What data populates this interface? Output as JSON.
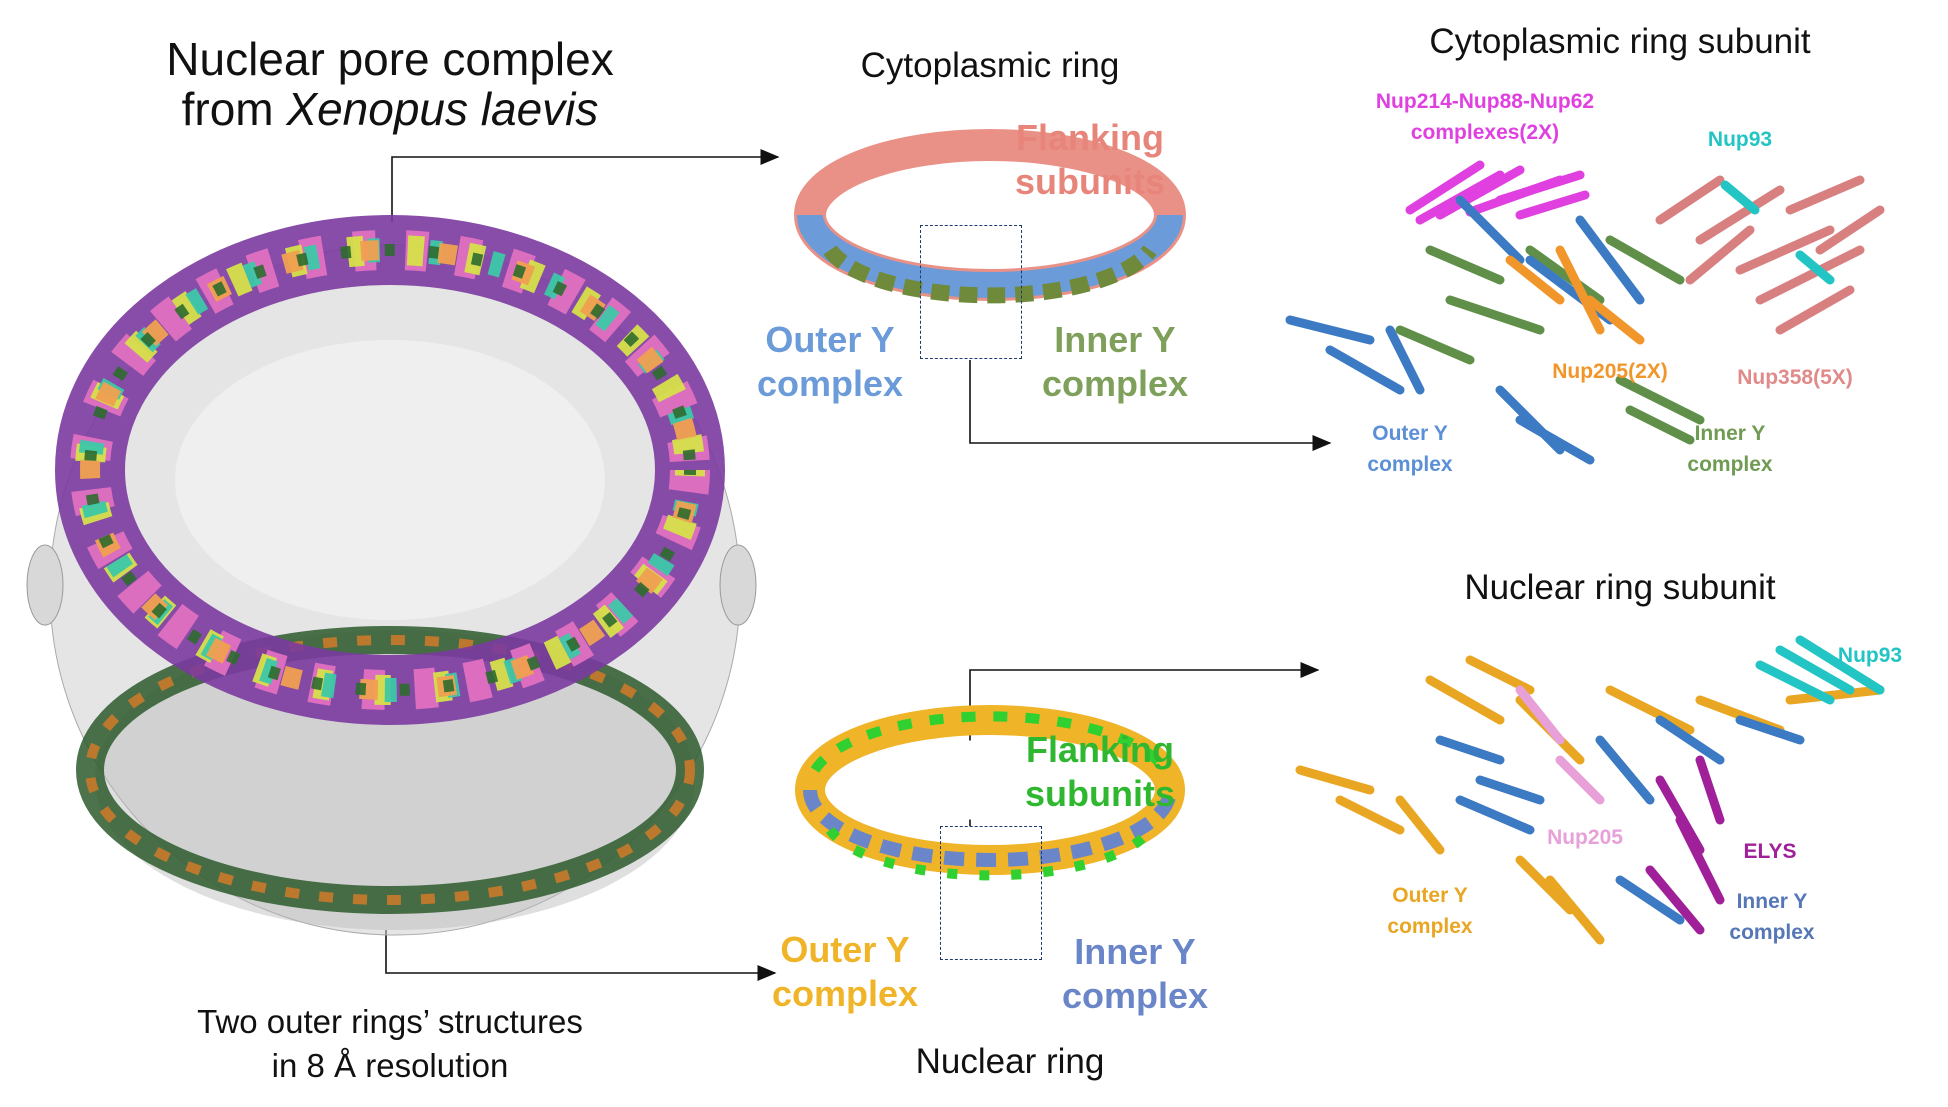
{
  "main_title": {
    "line1": "Nuclear pore complex",
    "line2_prefix": "from ",
    "line2_italic": "Xenopus laevis"
  },
  "main_caption": {
    "line1": "Two outer rings’ structures",
    "line2": "in 8 Å resolution"
  },
  "cytoplasmic_ring": {
    "title": "Cytoplasmic ring",
    "flanking": {
      "line1": "Flanking",
      "line2": "subunits",
      "color": "#e8857a"
    },
    "outer_y": {
      "line1": "Outer Y",
      "line2": "complex",
      "color": "#6b9bd8"
    },
    "inner_y": {
      "line1": "Inner Y",
      "line2": "complex",
      "color": "#7fa05a"
    }
  },
  "nuclear_ring": {
    "title": "Nuclear ring",
    "flanking": {
      "line1": "Flanking",
      "line2": "subunits",
      "color": "#2fb82f"
    },
    "outer_y": {
      "line1": "Outer Y",
      "line2": "complex",
      "color": "#f0b428"
    },
    "inner_y": {
      "line1": "Inner Y",
      "line2": "complex",
      "color": "#6a86c8"
    }
  },
  "cyto_subunit": {
    "title": "Cytoplasmic ring subunit",
    "labels": {
      "nup214_l1": "Nup214-Nup88-Nup62",
      "nup214_l2": "complexes(2X)",
      "nup93": "Nup93",
      "nup205": "Nup205(2X)",
      "nup358": "Nup358(5X)",
      "outer_l1": "Outer Y",
      "outer_l2": "complex",
      "inner_l1": "Inner Y",
      "inner_l2": "complex"
    },
    "colors": {
      "nup214": "#e040e0",
      "nup93": "#22c4c4",
      "nup205": "#f0962a",
      "nup358": "#e08a8a",
      "outer": "#5b8fd6",
      "inner": "#6f9b52"
    }
  },
  "nuclear_subunit": {
    "title": "Nuclear ring subunit",
    "labels": {
      "nup93": "Nup93",
      "nup205": "Nup205",
      "elys": "ELYS",
      "outer_l1": "Outer Y",
      "outer_l2": "complex",
      "inner_l1": "Inner Y",
      "inner_l2": "complex"
    },
    "colors": {
      "nup93": "#22c4c4",
      "nup205": "#e8a0d8",
      "elys": "#a0209a",
      "outer": "#e8a623",
      "inner": "#5577b8"
    }
  }
}
